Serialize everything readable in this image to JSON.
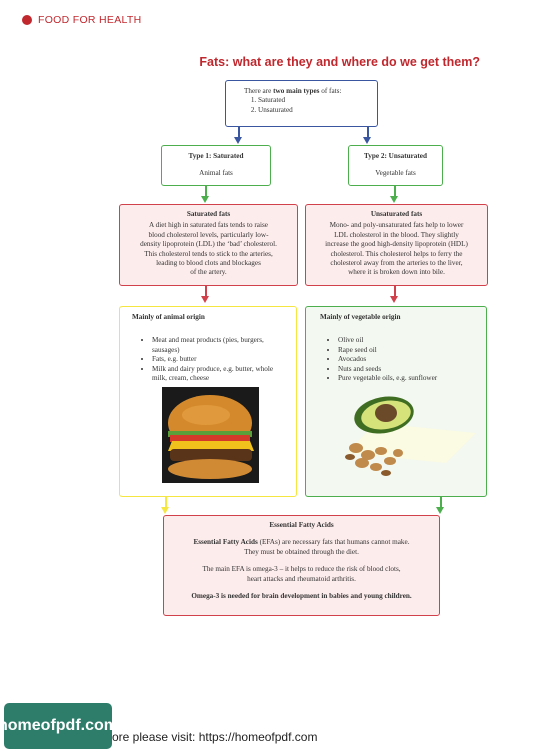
{
  "header": {
    "section": "FOOD FOR HEALTH"
  },
  "title": "Fats: what are they and where do we get them?",
  "top_box": {
    "intro_pre": "There are ",
    "intro_bold": "two main types",
    "intro_post": " of fats:",
    "items": [
      "Saturated",
      "Unsaturated"
    ]
  },
  "type1": {
    "heading": "Type 1: Saturated",
    "sub": "Animal fats"
  },
  "type2": {
    "heading": "Type 2: Unsaturated",
    "sub": "Vegetable fats"
  },
  "sat": {
    "heading": "Saturated fats",
    "lines": [
      "A diet high in saturated fats tends to raise",
      "blood cholesterol levels, particularly low-",
      "density lipoprotein (LDL) the ‘bad’ cholesterol.",
      "This cholesterol tends to stick to the arteries,",
      "leading to blood clots and blockages",
      "of the artery."
    ]
  },
  "unsat": {
    "heading": "Unsaturated fats",
    "lines": [
      "Mono- and poly-unsaturated fats help to lower",
      "LDL cholesterol in the blood. They slightly",
      "increase the good high-density lipoprotein (HDL)",
      "cholesterol. This cholesterol helps to ferry the",
      "cholesterol away from the arteries to the liver,",
      "where it is broken down into bile."
    ]
  },
  "animal": {
    "heading": "Mainly of animal origin",
    "items": [
      "Meat and meat products (pies, burgers, sausages)",
      "Fats, e.g. butter",
      "Milk and dairy produce, e.g. butter, whole milk, cream, cheese"
    ]
  },
  "veg": {
    "heading": "Mainly of vegetable origin",
    "items": [
      "Olive oil",
      "Rape seed oil",
      "Avocados",
      "Nuts and seeds",
      "Pure vegetable oils, e.g. sunflower"
    ]
  },
  "efa": {
    "heading": "Essential Fatty Acids",
    "p1_bold": "Essential Fatty Acids",
    "p1_rest": " (EFAs) are necessary fats that humans cannot make.",
    "p1_line2": "They must be obtained through the diet.",
    "p2_line1": "The main EFA is omega-3 – it helps to reduce the risk of blood clots,",
    "p2_line2": "heart attacks and rheumatoid arthritis.",
    "p3": "Omega-3 is needed for brain development in babies and young children."
  },
  "footer": {
    "logo": "homeofpdf.com",
    "text": "ore please visit: https://homeofpdf.com"
  },
  "colors": {
    "accent": "#c0282e",
    "blue": "#3a56a0",
    "green": "#4cae4c",
    "red": "#d0414b",
    "yellow": "#f5e642"
  }
}
